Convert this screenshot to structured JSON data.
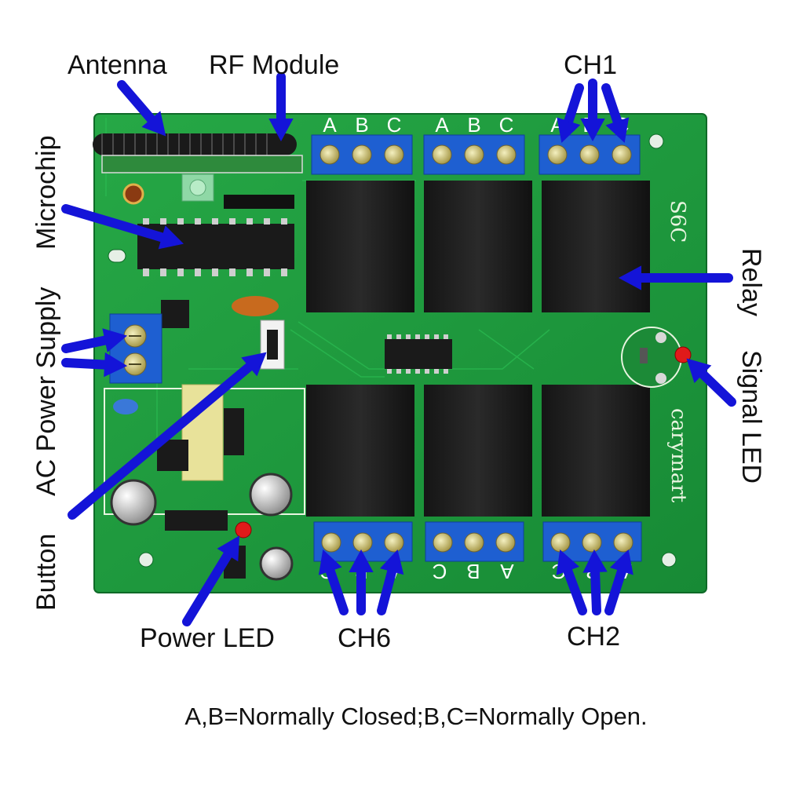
{
  "labels": {
    "antenna": "Antenna",
    "rf_module": "RF Module",
    "microchip": "Microchip",
    "ac_power_supply": "AC Power Supply",
    "button": "Button",
    "power_led": "Power LED",
    "ch6": "CH6",
    "ch2": "CH2",
    "ch1": "CH1",
    "relay": "Relay",
    "signal_led": "Signal LED"
  },
  "board": {
    "model": "S6C",
    "brand": "carymart",
    "terminal_letters_top": [
      "A",
      "B",
      "C",
      "A",
      "B",
      "C",
      "A",
      "B",
      "C"
    ],
    "terminal_letters_bottom": [
      "C",
      "B",
      "A",
      "C",
      "B",
      "A",
      "C",
      "B",
      "A"
    ]
  },
  "footnote": "A,B=Normally Closed;B,C=Normally Open.",
  "colors": {
    "pcb": "#1f9a3e",
    "terminal": "#1e5fd1",
    "relay": "#1c1c1c",
    "arrow": "#1414d8",
    "led_red": "#e01a1a"
  }
}
